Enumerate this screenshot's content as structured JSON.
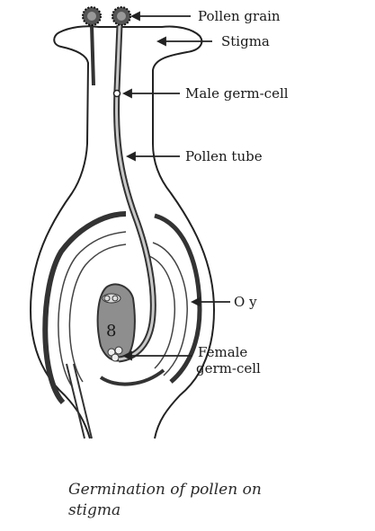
{
  "diagram": {
    "labels": {
      "pollen_grain": "Pollen grain",
      "stigma": "Stigma",
      "male_germ_cell": "Male germ-cell",
      "pollen_tube": "Pollen tube",
      "ovary": "O    y",
      "female_germ_cell_line1": "Female",
      "female_germ_cell_line2": "germ-cell"
    },
    "caption_line1": "Germination of pollen on",
    "caption_line2": "stigma"
  }
}
